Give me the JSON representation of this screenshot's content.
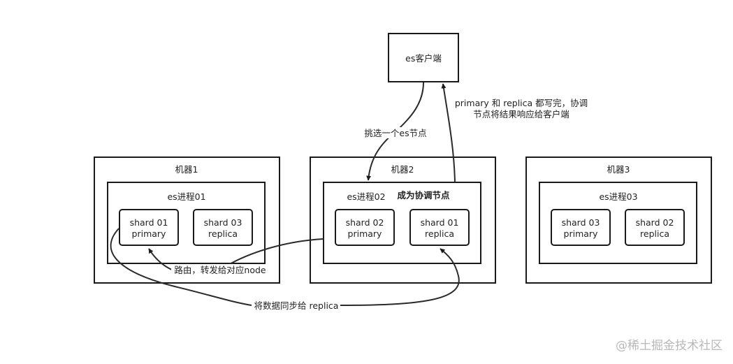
{
  "client": {
    "label": "es客户端"
  },
  "machines": [
    {
      "title": "机器1",
      "process": "es进程01",
      "shards": [
        {
          "line1": "shard 01",
          "line2": "primary"
        },
        {
          "line1": "shard 03",
          "line2": "replica"
        }
      ]
    },
    {
      "title": "机器2",
      "process": "es进程02",
      "note": "成为协调节点",
      "shards": [
        {
          "line1": "shard 02",
          "line2": "primary"
        },
        {
          "line1": "shard 01",
          "line2": "replica"
        }
      ]
    },
    {
      "title": "机器3",
      "process": "es进程03",
      "shards": [
        {
          "line1": "shard 03",
          "line2": "primary"
        },
        {
          "line1": "shard 02",
          "line2": "replica"
        }
      ]
    }
  ],
  "edges": {
    "select_node": "挑选一个es节点",
    "response_line1": "primary 和 replica 都写完，协调",
    "response_line2": "节点将结果响应给客户端",
    "route": "路由，转发给对应node",
    "sync": "将数据同步给 replica"
  },
  "watermark": "@稀土掘金技术社区"
}
